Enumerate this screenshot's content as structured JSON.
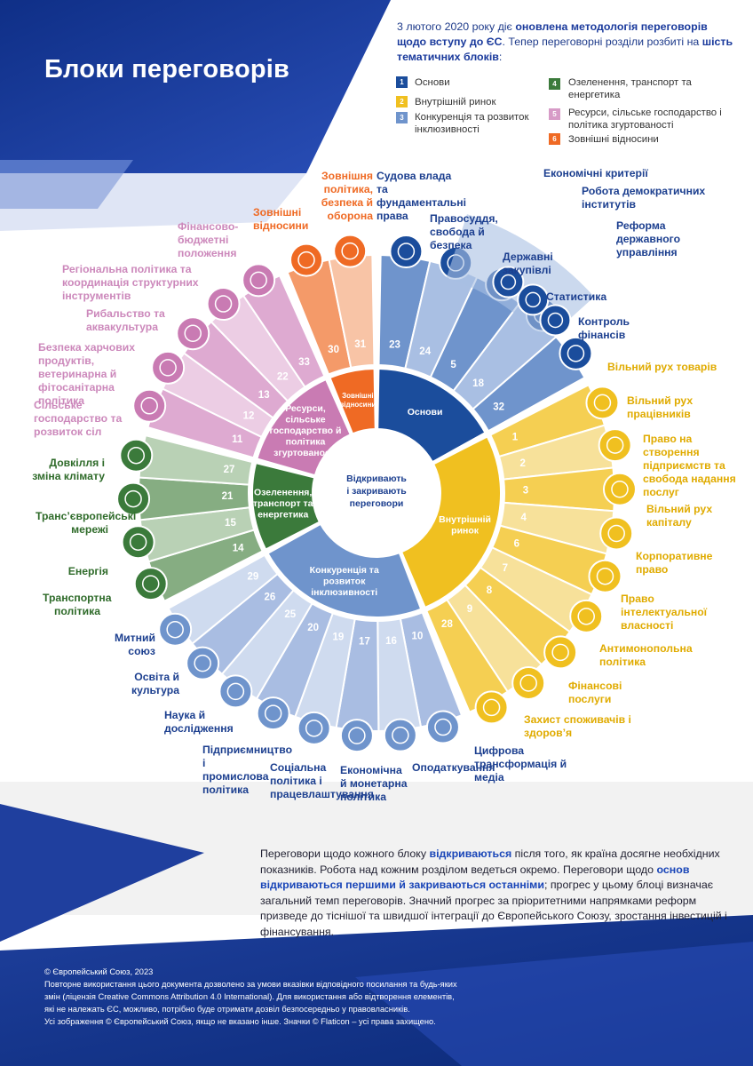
{
  "title": "Блоки переговорів",
  "intro": {
    "p1": "3 лютого 2020 року діє ",
    "p1_bold": "оновлена методологія переговорів щодо вступу до ЄС",
    "p2": ". Тепер переговорні розділи розбиті на ",
    "p2_bold": "шість тематичних блоків",
    "p3": ":"
  },
  "legend": [
    {
      "num": "1",
      "label": "Основи",
      "color": "#1b4d9c"
    },
    {
      "num": "2",
      "label": "Внутрішній ринок",
      "color": "#f0c020"
    },
    {
      "num": "3",
      "label": "Конкуренція та розвиток інклюзивності",
      "color": "#6f94cc"
    },
    {
      "num": "4",
      "label": "Озеленення, транспорт та енергетика",
      "color": "#3b7a3b"
    },
    {
      "num": "5",
      "label": "Ресурси, сільське господарство і політика згуртованості",
      "color": "#d79bc7"
    },
    {
      "num": "6",
      "label": "Зовнішні відносини",
      "color": "#ef6a24"
    }
  ],
  "center": "Відкривають і закривають переговори",
  "clusters": [
    {
      "label": "Основи",
      "color": "#1b4d9c"
    },
    {
      "label": "Внутрішній ринок",
      "color": "#f0c020"
    },
    {
      "label": "Конкуренція та розвиток інклюзивності",
      "color": "#6f94cc"
    },
    {
      "label": "Озеленення, транспорт та енергетика",
      "color": "#3b7a3b"
    },
    {
      "label": "Ресурси, сільське господарство й політика згуртованості",
      "color": "#c97bb3"
    },
    {
      "label": "Зовнішні відносини",
      "color": "#ef6a24"
    }
  ],
  "fundamentals_extra": [
    "Економічні критерії",
    "Робота демократичних інститутів",
    "Реформа державного управління"
  ],
  "chapters": {
    "c1": [
      {
        "num": "23",
        "label": "Судова влада та фундаментальні права"
      },
      {
        "num": "24",
        "label": "Правосуддя, свобода й безпека"
      },
      {
        "num": "5",
        "label": "Державні закупівлі"
      },
      {
        "num": "18",
        "label": "Статистика"
      },
      {
        "num": "32",
        "label": "Контроль фінансів"
      }
    ],
    "c2": [
      {
        "num": "1",
        "label": "Вільний рух товарів"
      },
      {
        "num": "2",
        "label": "Вільний рух працівників"
      },
      {
        "num": "3",
        "label": "Право на створення підприємств та свобода надання послуг"
      },
      {
        "num": "4",
        "label": "Вільний рух капіталу"
      },
      {
        "num": "6",
        "label": "Корпоративне право"
      },
      {
        "num": "7",
        "label": "Право інтелектуальної власності"
      },
      {
        "num": "8",
        "label": "Антимонопольна політика"
      },
      {
        "num": "9",
        "label": "Фінансові послуги"
      },
      {
        "num": "28",
        "label": "Захист споживачів і здоров’я"
      }
    ],
    "c3": [
      {
        "num": "10",
        "label": "Цифрова трансформація й медіа"
      },
      {
        "num": "16",
        "label": "Оподаткування"
      },
      {
        "num": "17",
        "label": "Економічна й монетарна політика"
      },
      {
        "num": "19",
        "label": "Соціальна політика і працевлаштування"
      },
      {
        "num": "20",
        "label": "Підприємництво і промислова політика"
      },
      {
        "num": "25",
        "label": "Наука й дослідження"
      },
      {
        "num": "26",
        "label": "Освіта й культура"
      },
      {
        "num": "29",
        "label": "Митний союз"
      }
    ],
    "c4": [
      {
        "num": "14",
        "label": "Транспортна політика"
      },
      {
        "num": "15",
        "label": "Енергія"
      },
      {
        "num": "21",
        "label": "Транс’європейські мережі"
      },
      {
        "num": "27",
        "label": "Довкілля і зміна клімату"
      }
    ],
    "c5": [
      {
        "num": "11",
        "label": "Сільське господарство та розвиток сіл"
      },
      {
        "num": "12",
        "label": "Безпека харчових продуктів, ветеринарна й фітосанітарна політика"
      },
      {
        "num": "13",
        "label": "Рибальство та аквакультура"
      },
      {
        "num": "22",
        "label": "Регіональна політика та координація структурних інструментів"
      },
      {
        "num": "33",
        "label": "Фінансово-бюджетні положення"
      }
    ],
    "c6": [
      {
        "num": "30",
        "label": "Зовнішні відносини"
      },
      {
        "num": "31",
        "label": "Зовнішня політика, безпека й оборона"
      }
    ]
  },
  "bottom": {
    "t1": "Переговори щодо кожного блоку ",
    "h1": "відкриваються",
    "t2": " після того, як країна досягне необхідних показників. Робота над кожним розділом ведеться окремо. Переговори щодо ",
    "h2": "основ відкриваються першими й закриваються останніми",
    "t3": "; прогрес у цьому блоці визначає загальний темп переговорів. Значний прогрес за пріоритетними напрямками реформ призведе до тіснішої та швидшої інтеграції до Європейського Союзу, зростання інвестицій і фінансування."
  },
  "footer": [
    "© Європейський Союз, 2023",
    "Повторне використання цього документа дозволено за умови вказівки відповідного посилання та будь-яких змін (ліцензія Creative Commons Attribution 4.0 International). Для використання або відтворення елементів, які не належать ЄС, можливо, потрібно буде отримати дозвіл безпосередньо у правовласників.",
    "Усі зображення © Європейський Союз, якщо не вказано інше. Значки © Flaticon – усі права захищено."
  ]
}
